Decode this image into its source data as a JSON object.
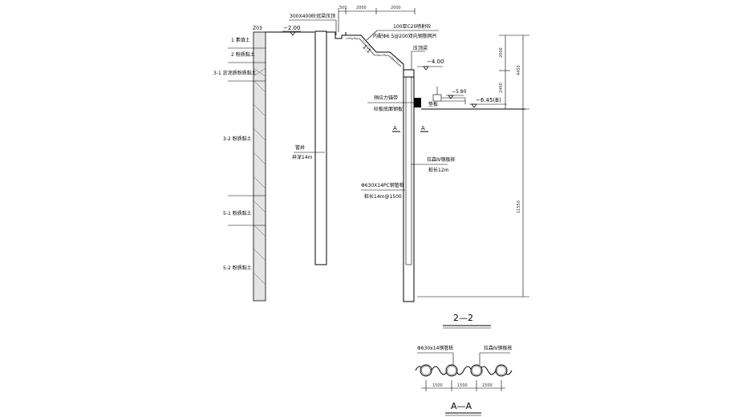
{
  "section_2_2": {
    "title": "2—2",
    "borehole_id": "Z03",
    "ground_level": "−2.00",
    "crown_beam_label": "300X400砼冠梁压顶",
    "top_dims": [
      "500",
      "2000",
      "2000"
    ],
    "slope_protection": [
      "100厚C20喷射砼",
      "内配Φ6.5@200双向钢筋网片"
    ],
    "slope_ratio": "1:1",
    "cap_beam_label": "压顶梁",
    "level_minus_4": "−4.00",
    "level_minus_5_8": "−5.80",
    "level_minus_6_45": "−6.45(B)",
    "prestress_anchor": "预应力锚带",
    "concrete_slab": "砼板底面钢板",
    "brace_label": "垫板",
    "well_label": "管井",
    "well_depth": "井深14m",
    "pile_label": "Φ630X14PC钢管桩",
    "pile_spec": "桩长14m@1500",
    "sheet_pile_label": "拉森Ⅳ钢板桩",
    "sheet_pile_length": "桩长12m",
    "section_mark": "A",
    "right_dims": [
      "2000",
      "2450",
      "4450",
      "11550"
    ],
    "soil_layers": [
      "1 素填土",
      "2 粉质黏土",
      "3-1 淤泥质粉质黏土",
      "3-2 粉质黏土",
      "5-1 粉质黏土",
      "5-2 粉质黏土"
    ]
  },
  "section_a_a": {
    "title": "A—A",
    "pile_label": "Φ630x14钢管桩",
    "sheet_label": "拉森Ⅳ钢板桩",
    "spacing": [
      "1500",
      "1500",
      "1500"
    ]
  }
}
